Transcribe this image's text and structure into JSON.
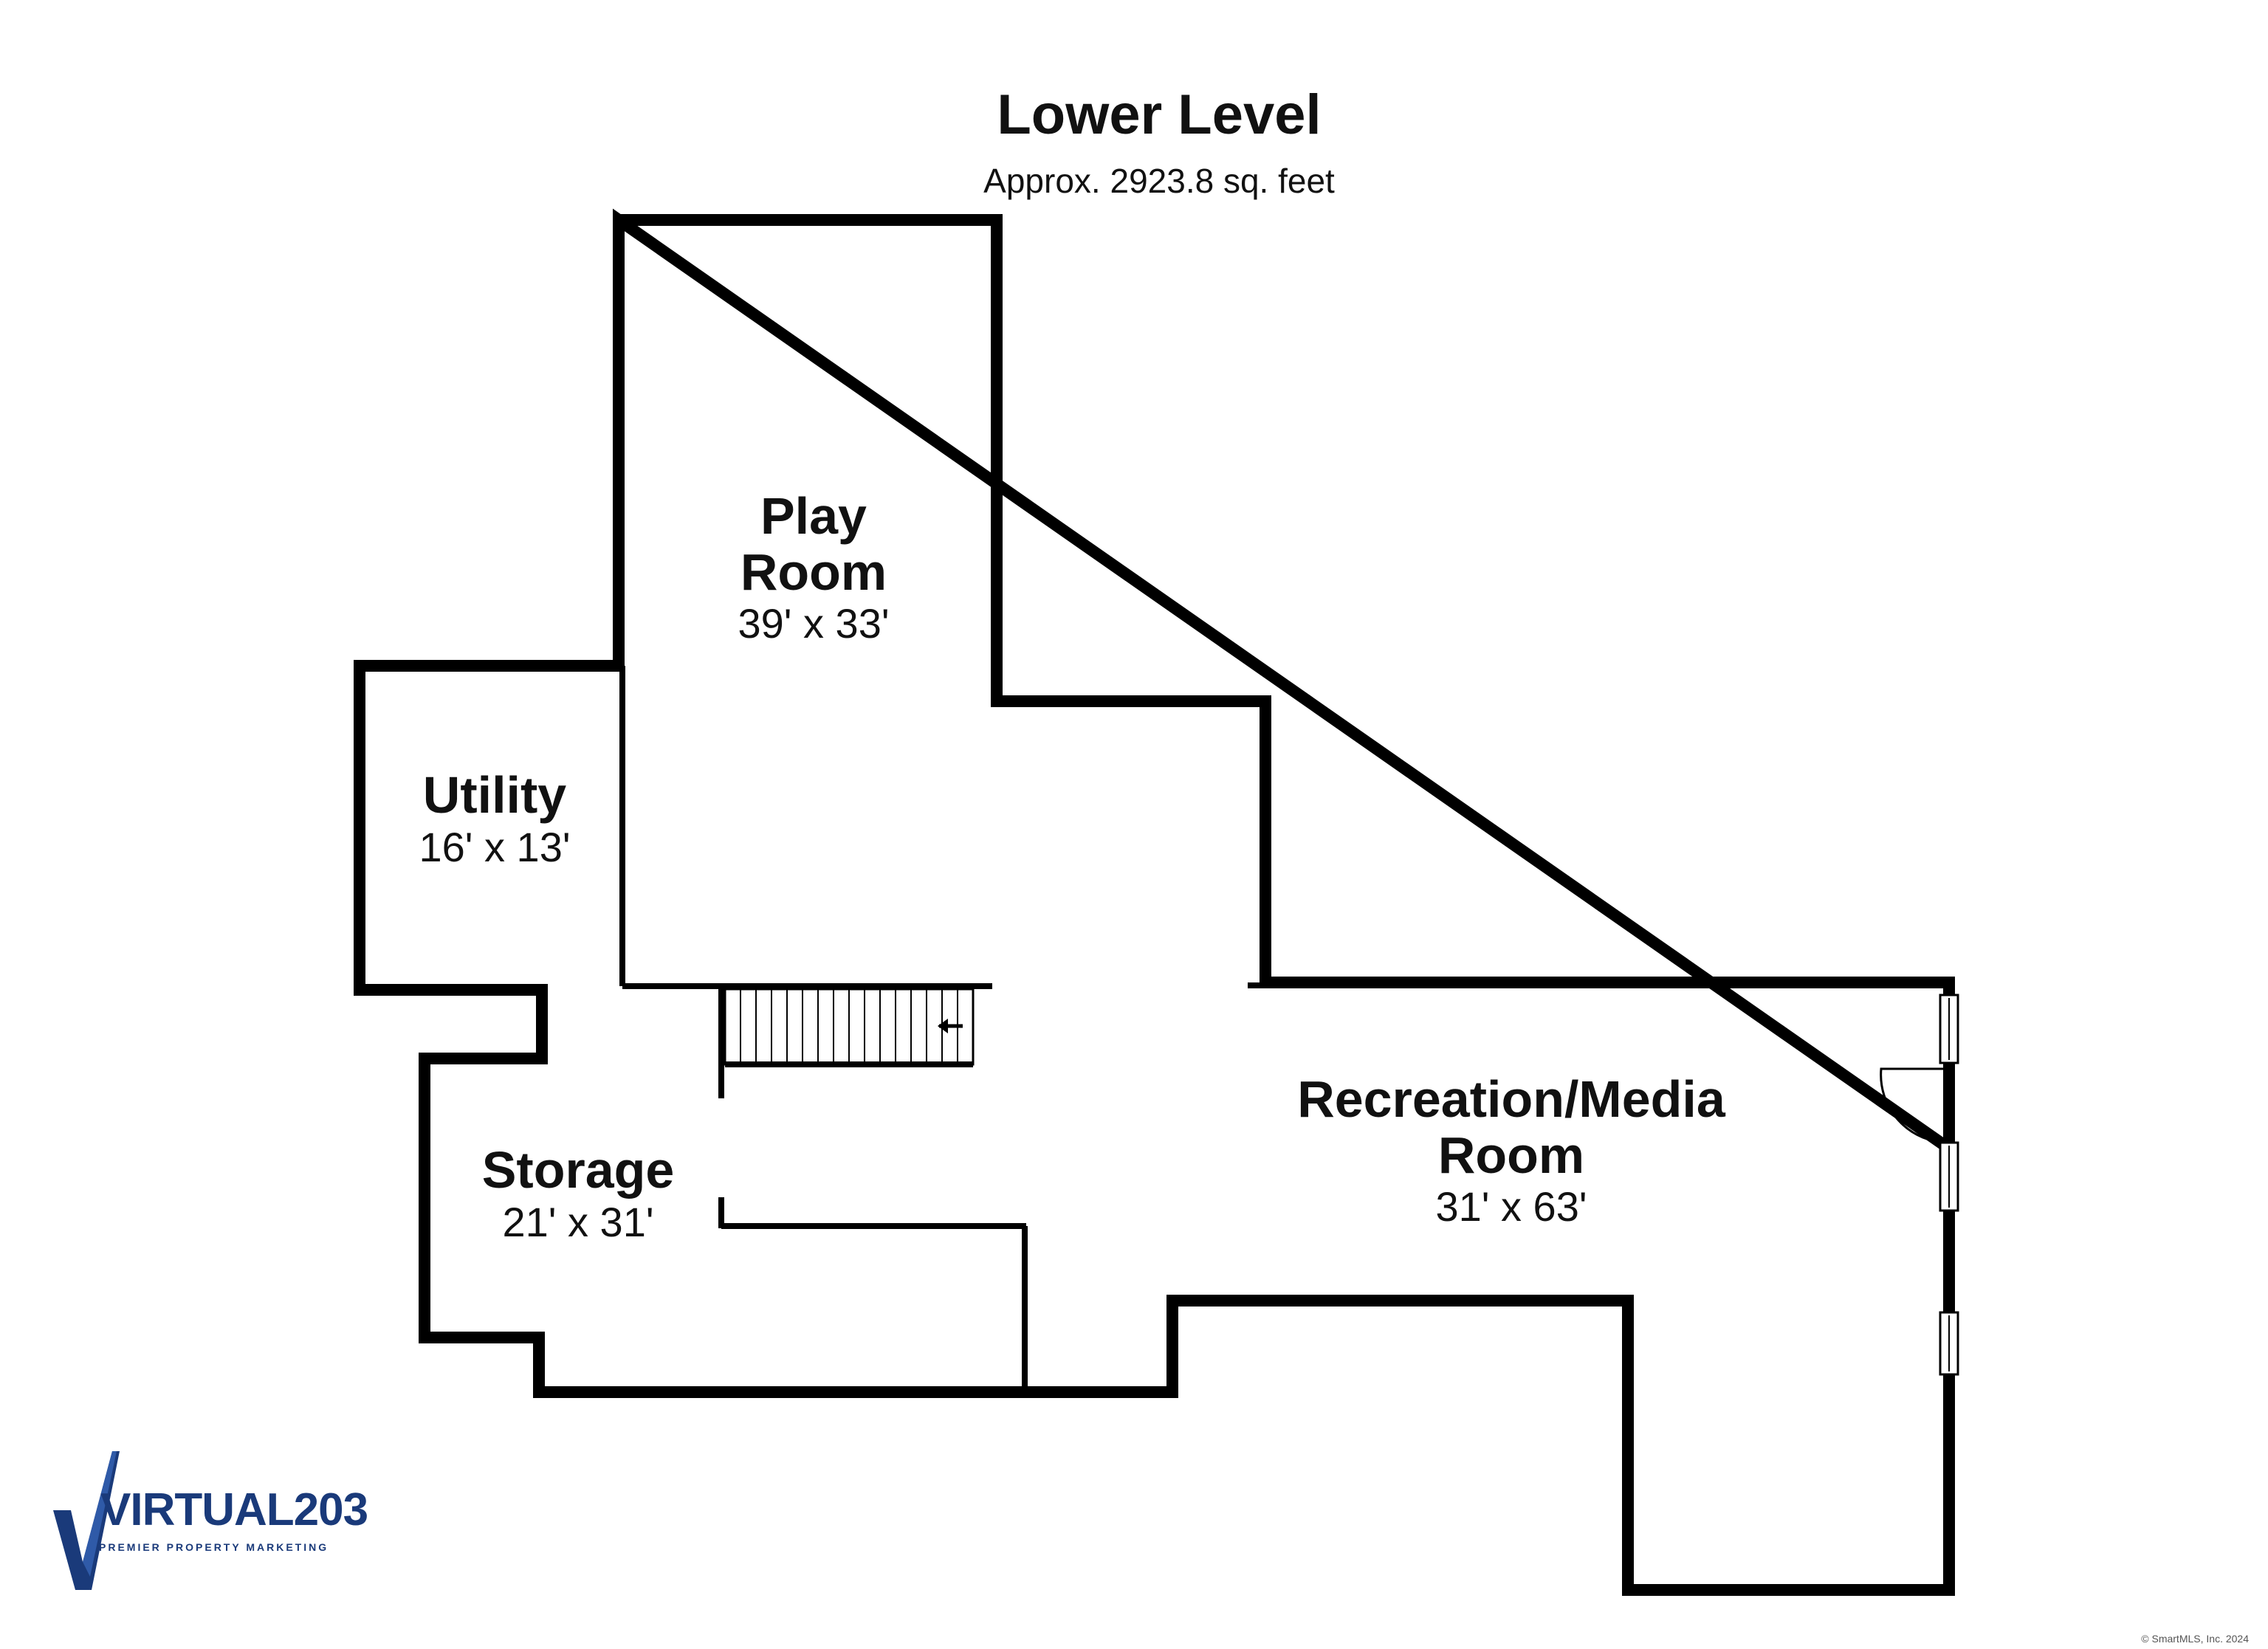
{
  "floor": {
    "title": "Lower Level",
    "area": "Approx. 2923.8 sq. feet"
  },
  "rooms": [
    {
      "name_lines": [
        "Play",
        "Room"
      ],
      "dimensions": "39' x 33'"
    },
    {
      "name_lines": [
        "Utility"
      ],
      "dimensions": "16' x 13'"
    },
    {
      "name_lines": [
        "Storage"
      ],
      "dimensions": "21' x 31'"
    },
    {
      "name_lines": [
        "Recreation/Media",
        "Room"
      ],
      "dimensions": "31' x 63'"
    }
  ],
  "logo": {
    "wordmark": "VIRTUAL203",
    "tagline": "PREMIER PROPERTY MARKETING"
  },
  "copyright": "© SmartMLS, Inc. 2024",
  "colors": {
    "wall": "#000000",
    "logo_blue": "#1a3a7a"
  }
}
